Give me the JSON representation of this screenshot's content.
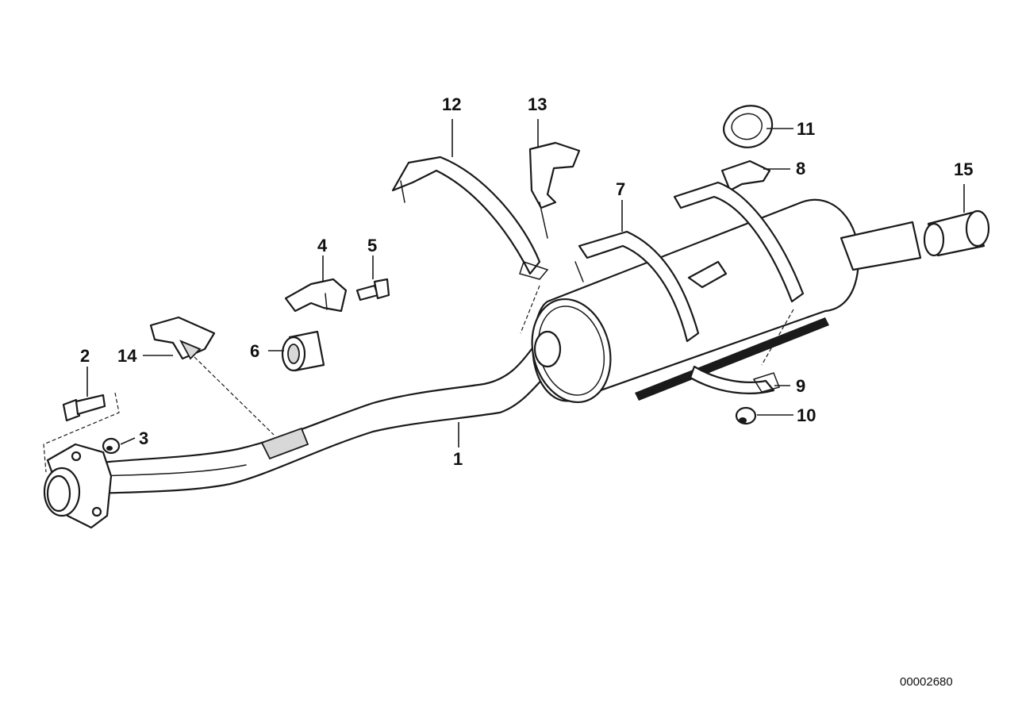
{
  "callouts": {
    "c1": "1",
    "c2": "2",
    "c3": "3",
    "c4": "4",
    "c5": "5",
    "c6": "6",
    "c7": "7",
    "c8": "8",
    "c9": "9",
    "c10": "10",
    "c11": "11",
    "c12": "12",
    "c13": "13",
    "c14": "14",
    "c15": "15"
  },
  "reference_number": "00002680",
  "colors": {
    "line": "#1a1a1a",
    "background": "#ffffff"
  }
}
